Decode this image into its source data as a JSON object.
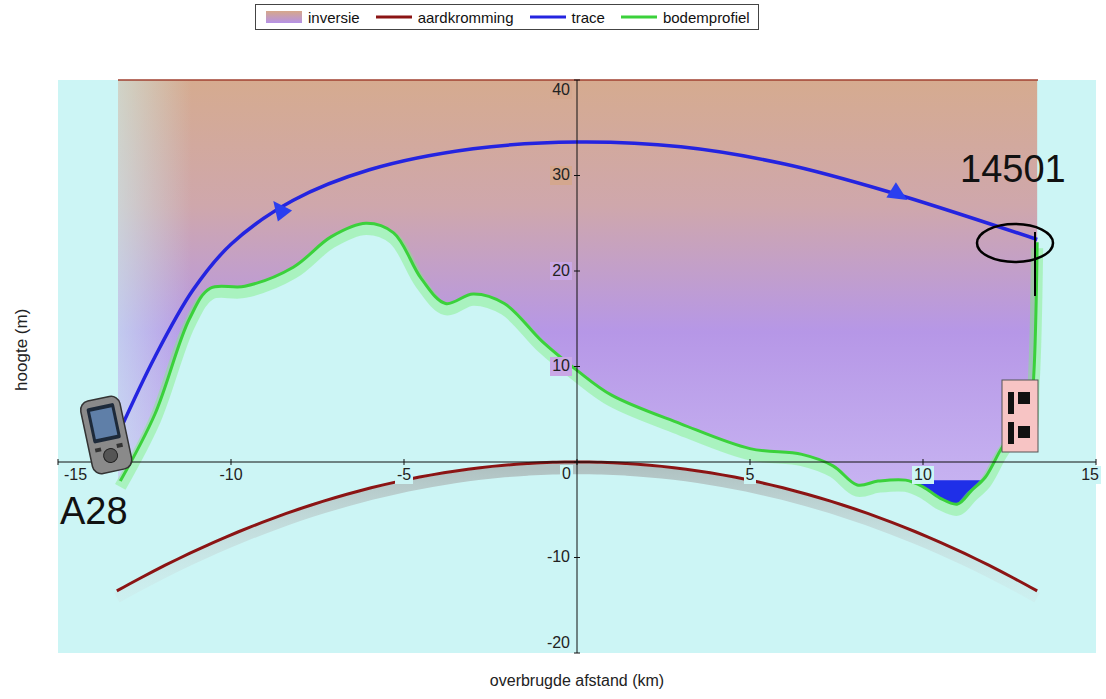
{
  "diagram": {
    "labels": [
      "14501",
      "A28",
      "hoogte (m)",
      "overbrugde afstand (km)",
      "40",
      "30",
      "20",
      "10",
      "0",
      "-10",
      "-20",
      "-15",
      "-10",
      "-5",
      "5",
      "10",
      "15"
    ],
    "legend": [
      {
        "text": "inversie"
      },
      {
        "text": "aardkromming"
      },
      {
        "text": "trace"
      },
      {
        "text": "bodemprofiel"
      }
    ]
  }
}
